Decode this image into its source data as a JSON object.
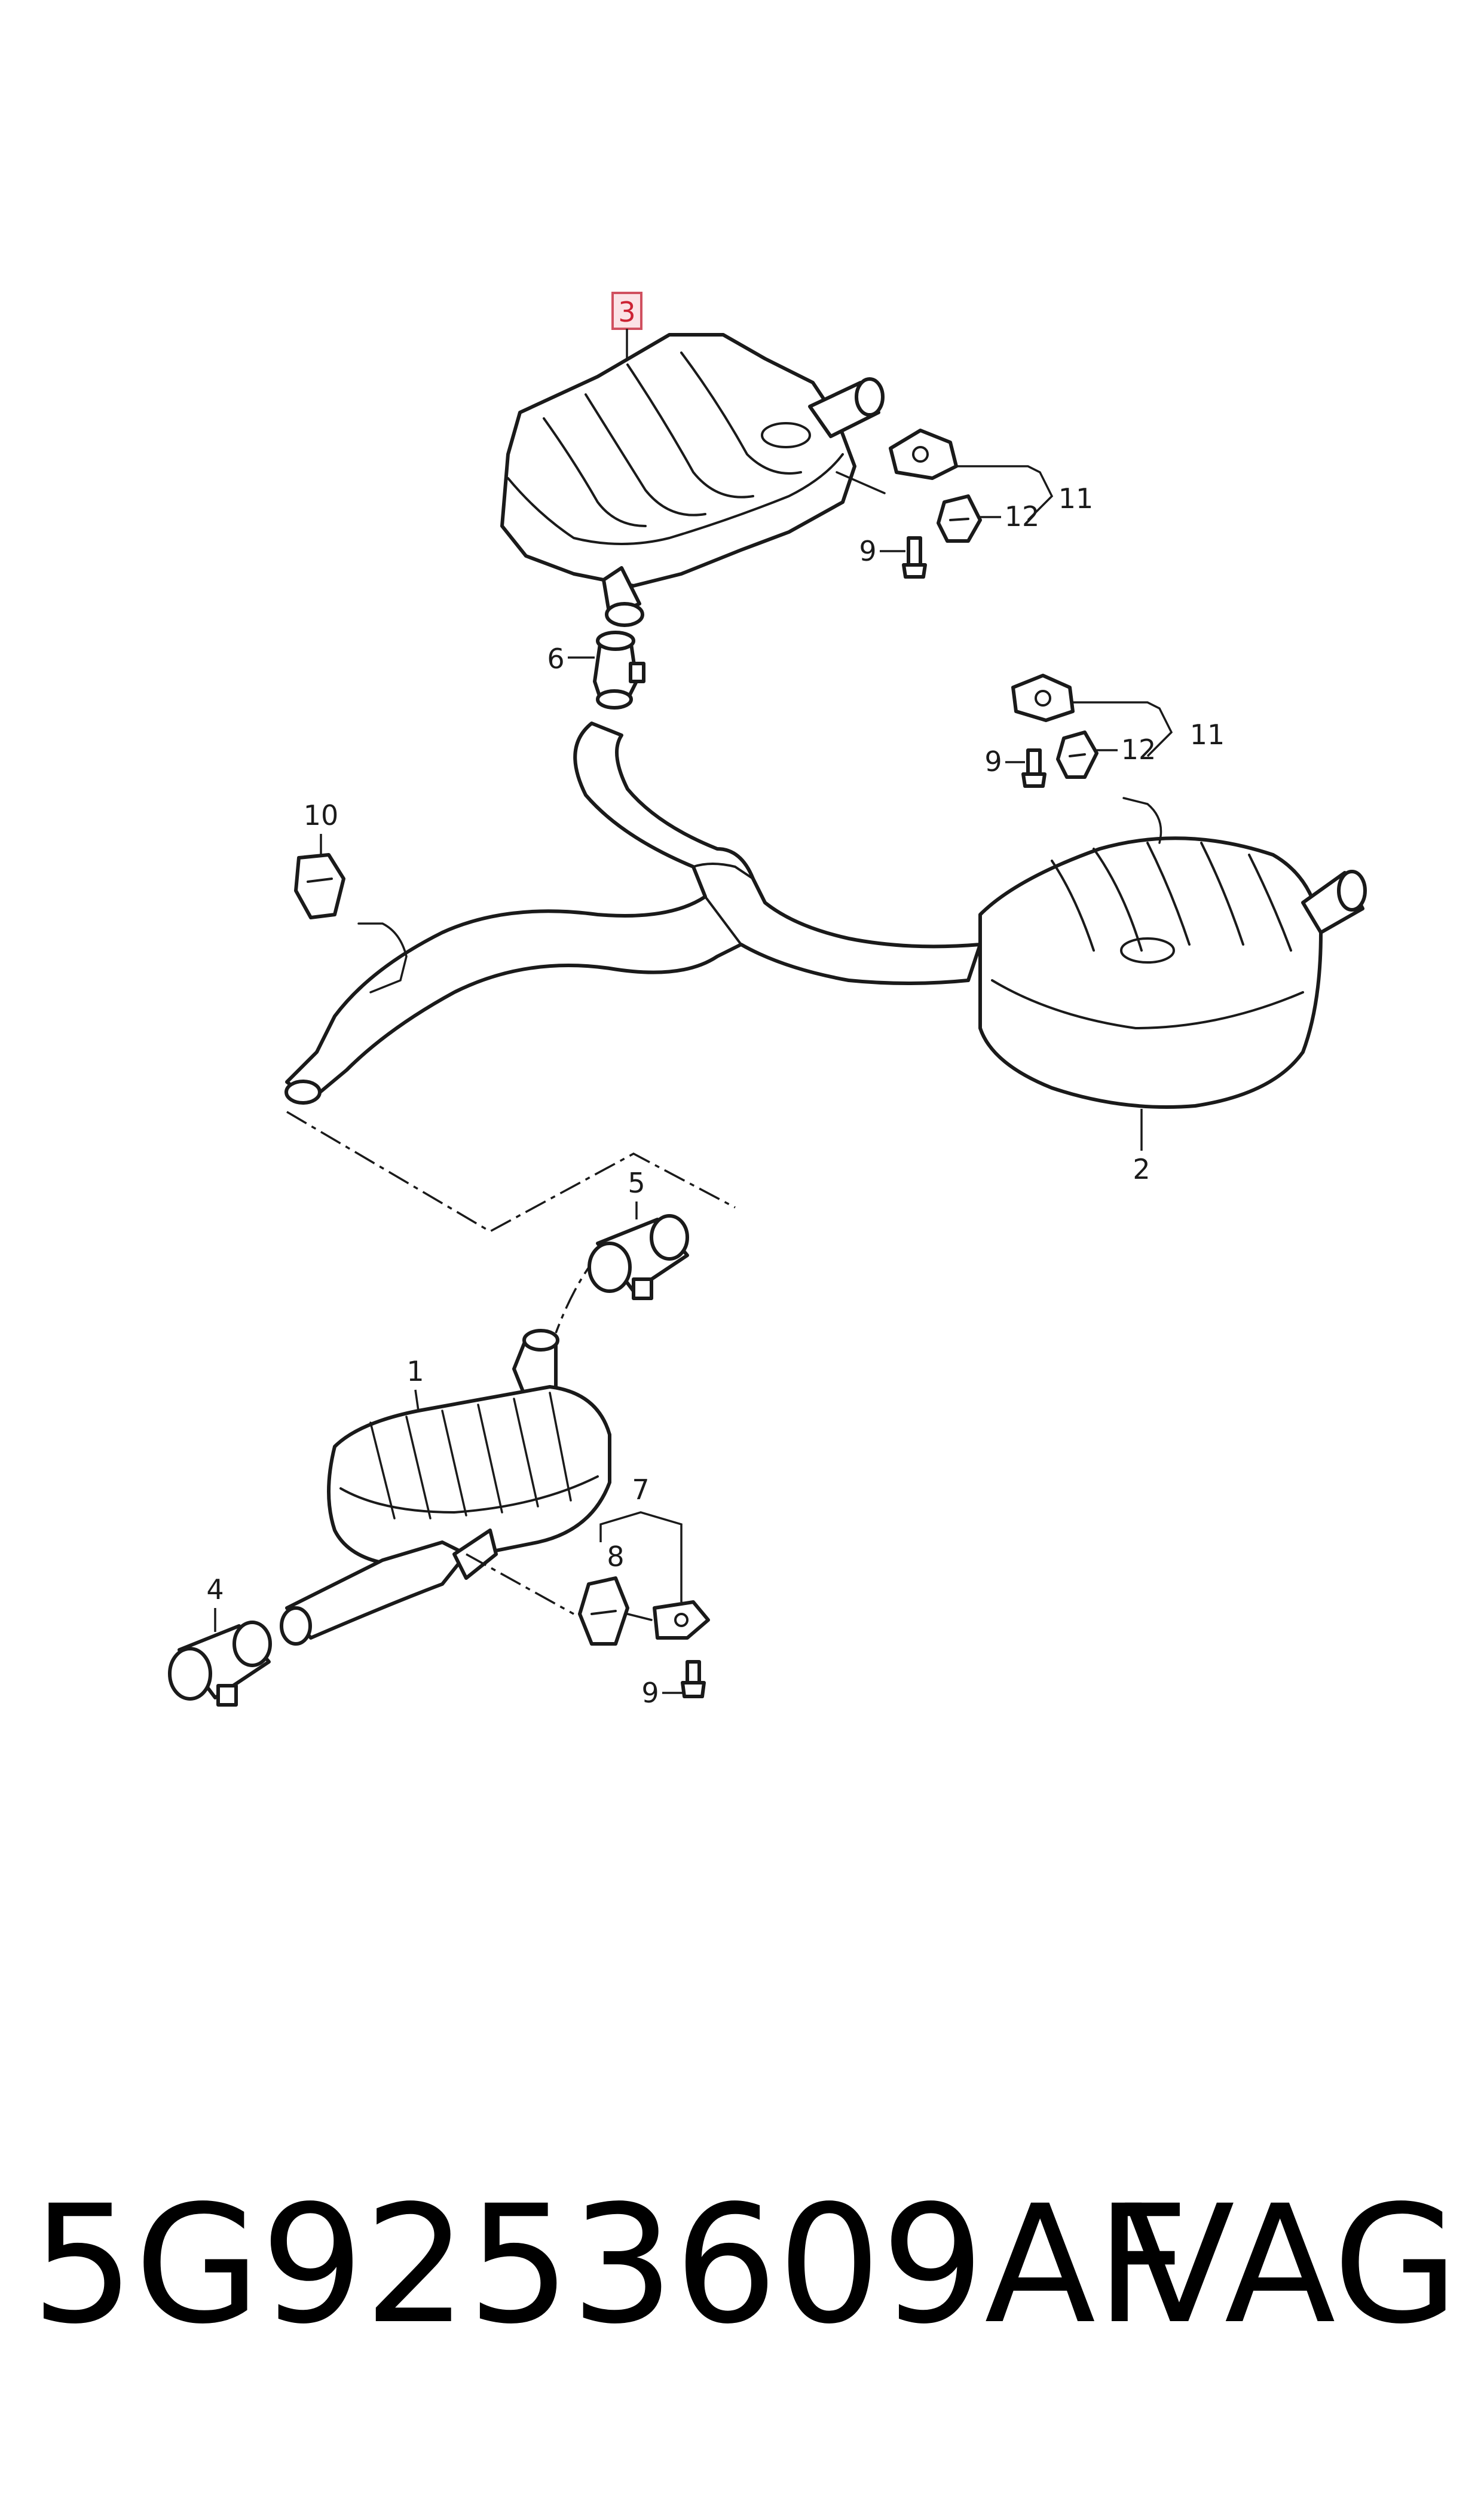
{
  "diagram": {
    "highlight_color": "#cc2233",
    "callouts": {
      "c1": "1",
      "c2": "2",
      "c3": "3",
      "c4": "4",
      "c5": "5",
      "c6": "6",
      "c7": "7",
      "c8": "8",
      "c9a": "9",
      "c9b": "9",
      "c9c": "9",
      "c10": "10",
      "c11a": "11",
      "c11b": "11",
      "c12a": "12",
      "c12b": "12"
    }
  },
  "footer": {
    "part_number": "5G9253609AF",
    "brand": "VAG"
  }
}
